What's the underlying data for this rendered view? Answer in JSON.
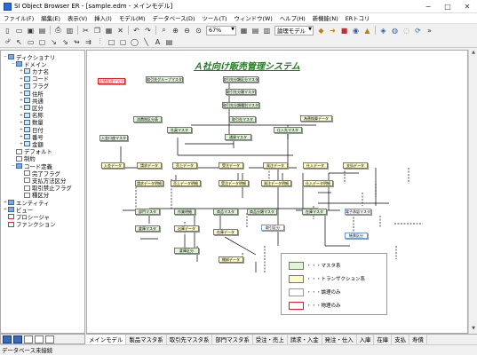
{
  "window": {
    "title": "SI Object Browser ER - [sample.edm - メインモデル]"
  },
  "menu": [
    "ファイル(F)",
    "編集(E)",
    "表示(V)",
    "挿入(I)",
    "モデル(M)",
    "データベース(D)",
    "ツール(T)",
    "ウィンドウ(W)",
    "ヘルプ(H)",
    "新機能(N)",
    "ERトコリ"
  ],
  "toolbar": {
    "zoom_value": "67%",
    "model_type": "論理モデル"
  },
  "tree": [
    {
      "label": "ディクショナリ",
      "level": 0,
      "icon": "folder",
      "exp": "−"
    },
    {
      "label": "ドメイン",
      "level": 1,
      "icon": "folder",
      "exp": "−"
    },
    {
      "label": "カナ名",
      "level": 2,
      "icon": "domain",
      "exp": "+"
    },
    {
      "label": "コード",
      "level": 2,
      "icon": "domain",
      "exp": "+"
    },
    {
      "label": "フラグ",
      "level": 2,
      "icon": "domain",
      "exp": "+"
    },
    {
      "label": "住所",
      "level": 2,
      "icon": "domain",
      "exp": "+"
    },
    {
      "label": "共通",
      "level": 2,
      "icon": "domain",
      "exp": "+"
    },
    {
      "label": "区分",
      "level": 2,
      "icon": "domain",
      "exp": "+"
    },
    {
      "label": "名称",
      "level": 2,
      "icon": "domain",
      "exp": "+"
    },
    {
      "label": "数量",
      "level": 2,
      "icon": "domain",
      "exp": "+"
    },
    {
      "label": "日付",
      "level": 2,
      "icon": "domain",
      "exp": "+"
    },
    {
      "label": "番号",
      "level": 2,
      "icon": "domain",
      "exp": "+"
    },
    {
      "label": "金額",
      "level": 2,
      "icon": "domain",
      "exp": "+"
    },
    {
      "label": "デフォルト",
      "level": 1,
      "icon": "doc",
      "exp": ""
    },
    {
      "label": "制約",
      "level": 1,
      "icon": "doc",
      "exp": ""
    },
    {
      "label": "コード定義",
      "level": 1,
      "icon": "folder",
      "exp": "−"
    },
    {
      "label": "完了フラグ",
      "level": 2,
      "icon": "doc",
      "exp": ""
    },
    {
      "label": "支払方法区分",
      "level": 2,
      "icon": "doc",
      "exp": ""
    },
    {
      "label": "取引禁止フラグ",
      "level": 2,
      "icon": "doc",
      "exp": ""
    },
    {
      "label": "種区分",
      "level": 2,
      "icon": "doc",
      "exp": ""
    },
    {
      "label": "エンティティ",
      "level": 0,
      "icon": "folder",
      "exp": "+"
    },
    {
      "label": "ビュー",
      "level": 0,
      "icon": "folder",
      "exp": "+"
    },
    {
      "label": "プロシージャ",
      "level": 0,
      "icon": "redsq",
      "exp": ""
    },
    {
      "label": "ファンクション",
      "level": 0,
      "icon": "redsq",
      "exp": ""
    }
  ],
  "diagram": {
    "title": "Ａ社向け販売管理システム"
  },
  "entities": [
    {
      "label": "店舗管理マスタ",
      "kind": "p"
    },
    {
      "label": "取引先グループマスタ",
      "kind": "m"
    },
    {
      "label": "取引先分類区分マスタ",
      "kind": "m"
    },
    {
      "label": "取引先分類マスタ",
      "kind": "m"
    },
    {
      "label": "取引先分類種別マスタ",
      "kind": "m"
    },
    {
      "label": "取引先マスタ",
      "kind": "m"
    },
    {
      "label": "消費税区分表",
      "kind": "m"
    },
    {
      "label": "為替換算データ",
      "kind": "t"
    },
    {
      "label": "通貨マスタ",
      "kind": "m"
    },
    {
      "label": "社員マスタ",
      "kind": "m"
    },
    {
      "label": "仕入先マスタ",
      "kind": "m"
    },
    {
      "label": "入金口座マスタ",
      "kind": "m"
    },
    {
      "label": "入金データ",
      "kind": "t"
    },
    {
      "label": "請求データ",
      "kind": "t"
    },
    {
      "label": "売上データ",
      "kind": "t"
    },
    {
      "label": "受注データ",
      "kind": "t"
    },
    {
      "label": "発注データ",
      "kind": "t"
    },
    {
      "label": "仕入データ",
      "kind": "t"
    },
    {
      "label": "支払データ",
      "kind": "t"
    },
    {
      "label": "請求データ明細",
      "kind": "t"
    },
    {
      "label": "売上データ明細",
      "kind": "t"
    },
    {
      "label": "受注データ明細",
      "kind": "t"
    },
    {
      "label": "発注データ明細",
      "kind": "t"
    },
    {
      "label": "仕入データ明細",
      "kind": "t"
    },
    {
      "label": "部門マスタ",
      "kind": "m"
    },
    {
      "label": "作業明細",
      "kind": "m"
    },
    {
      "label": "商品マスタ",
      "kind": "m"
    },
    {
      "label": "商品分類マスタ",
      "kind": "m"
    },
    {
      "label": "在庫マスタ",
      "kind": "m"
    },
    {
      "label": "倉庫マスタ",
      "kind": "m"
    },
    {
      "label": "出庫データ",
      "kind": "t"
    },
    {
      "label": "倉庫区分",
      "kind": "m"
    },
    {
      "label": "在庫データ",
      "kind": "t"
    },
    {
      "label": "棚卸データ",
      "kind": "t"
    },
    {
      "label": "取引区分",
      "kind": "l"
    },
    {
      "label": "電子承認マスタ",
      "kind": "l"
    },
    {
      "label": "帳票区分",
      "kind": "l"
    }
  ],
  "legend": [
    {
      "label": "・・・マスタ系",
      "color": "#e0f5d8",
      "border": "#777777"
    },
    {
      "label": "・・・トランザクション系",
      "color": "#fffbc8",
      "border": "#777777"
    },
    {
      "label": "・・・論理のみ",
      "color": "#ffffff",
      "border": "#6aa0d8"
    },
    {
      "label": "・・・物理のみ",
      "color": "#ffffff",
      "border": "#e02020"
    }
  ],
  "tabs": [
    "メインモデル",
    "製品マスタ系",
    "取引先マスタ系",
    "部門マスタ系",
    "受注・売上",
    "請求・入金",
    "発注・仕入",
    "入庫",
    "在庫",
    "支払",
    "寿債"
  ],
  "status": {
    "text": "データベース未接続"
  }
}
